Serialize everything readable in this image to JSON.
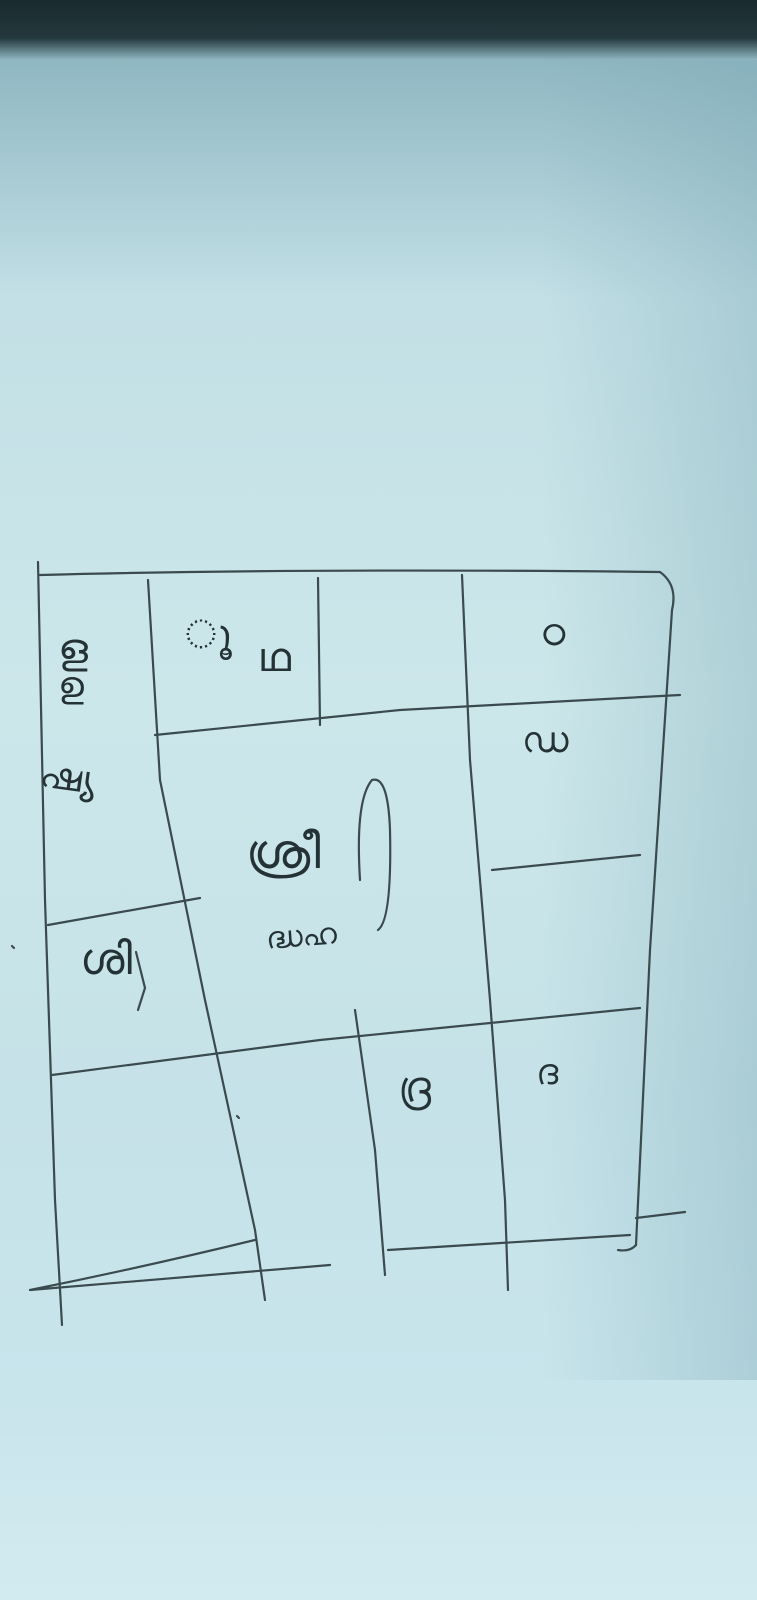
{
  "photo": {
    "subject": "",
    "grid": {
      "cells": [
        {
          "id": "r1c1a",
          "text": "ള"
        },
        {
          "id": "r1c1b",
          "text": "ഉ"
        },
        {
          "id": "r1c2a",
          "text": "ൂ"
        },
        {
          "id": "r1c2b",
          "text": "ഥ"
        },
        {
          "id": "r1c4",
          "text": "ഠ"
        },
        {
          "id": "r2c4",
          "text": "ഡ"
        },
        {
          "id": "r2c1",
          "text": "ഷ്യ"
        },
        {
          "id": "center1",
          "text": "ശ്രീ"
        },
        {
          "id": "r3c1",
          "text": "ശി"
        },
        {
          "id": "center2",
          "text": "ദ്ധഹ"
        },
        {
          "id": "r4c3",
          "text": "ദ്ര"
        },
        {
          "id": "r4c4",
          "text": "ദ"
        }
      ]
    }
  }
}
